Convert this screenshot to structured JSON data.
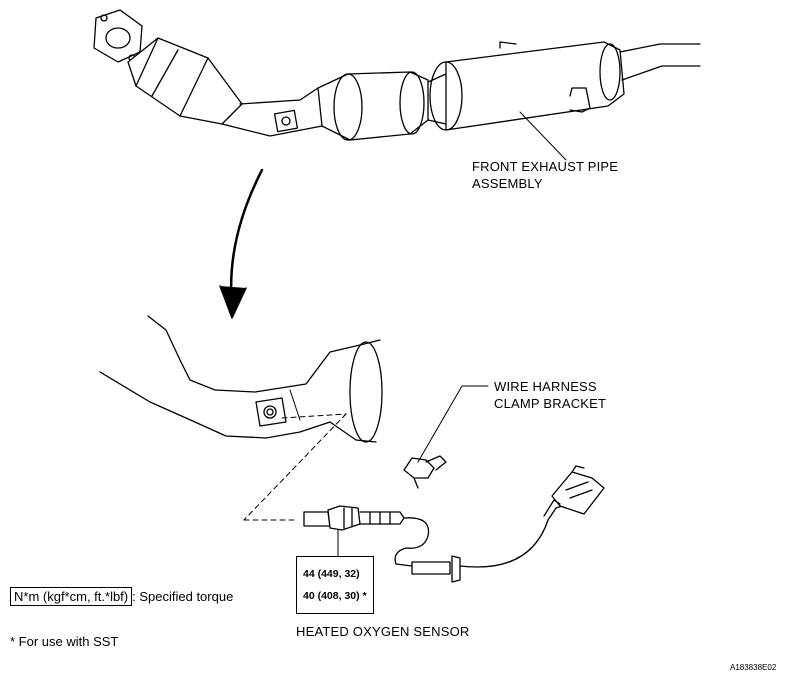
{
  "labels": {
    "front_exhaust": [
      "FRONT EXHAUST PIPE",
      "ASSEMBLY"
    ],
    "wire_harness": [
      "WIRE HARNESS",
      "CLAMP BRACKET"
    ],
    "sensor": "HEATED OXYGEN SENSOR"
  },
  "torque": {
    "value1": "44 (449, 32)",
    "value2": "40 (408, 30)",
    "value2_mark": "*"
  },
  "legend": {
    "unit": "N*m (kgf*cm, ft.*lbf)",
    "desc": ": Specified torque",
    "note": "* For use with SST"
  },
  "figure_id": "A183838E02"
}
